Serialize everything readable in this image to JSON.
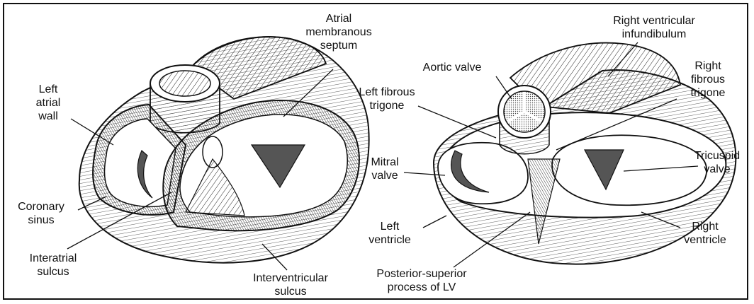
{
  "labels": {
    "left_atrial_wall": "Left\natrial\nwall",
    "atrial_membranous_septum": "Atrial\nmembranous\nseptum",
    "coronary_sinus": "Coronary\nsinus",
    "interatrial_sulcus": "Interatrial\nsulcus",
    "interventricular_sulcus": "Interventricular\nsulcus",
    "right_ventricular_infundibulum": "Right ventricular\ninfundibulum",
    "aortic_valve": "Aortic valve",
    "left_fibrous_trigone": "Left fibrous\ntrigone",
    "right_fibrous_trigone": "Right\nfibrous\ntrigone",
    "mitral_valve": "Mitral\nvalve",
    "tricuspid_valve": "Tricuspid\nvalve",
    "left_ventricle": "Left\nventricle",
    "right_ventricle": "Right\nventricle",
    "posterior_superior_process": "Posterior-superior\nprocess of LV"
  },
  "colors": {
    "ink": "#111111",
    "paper": "#ffffff",
    "shade": "#555555"
  }
}
